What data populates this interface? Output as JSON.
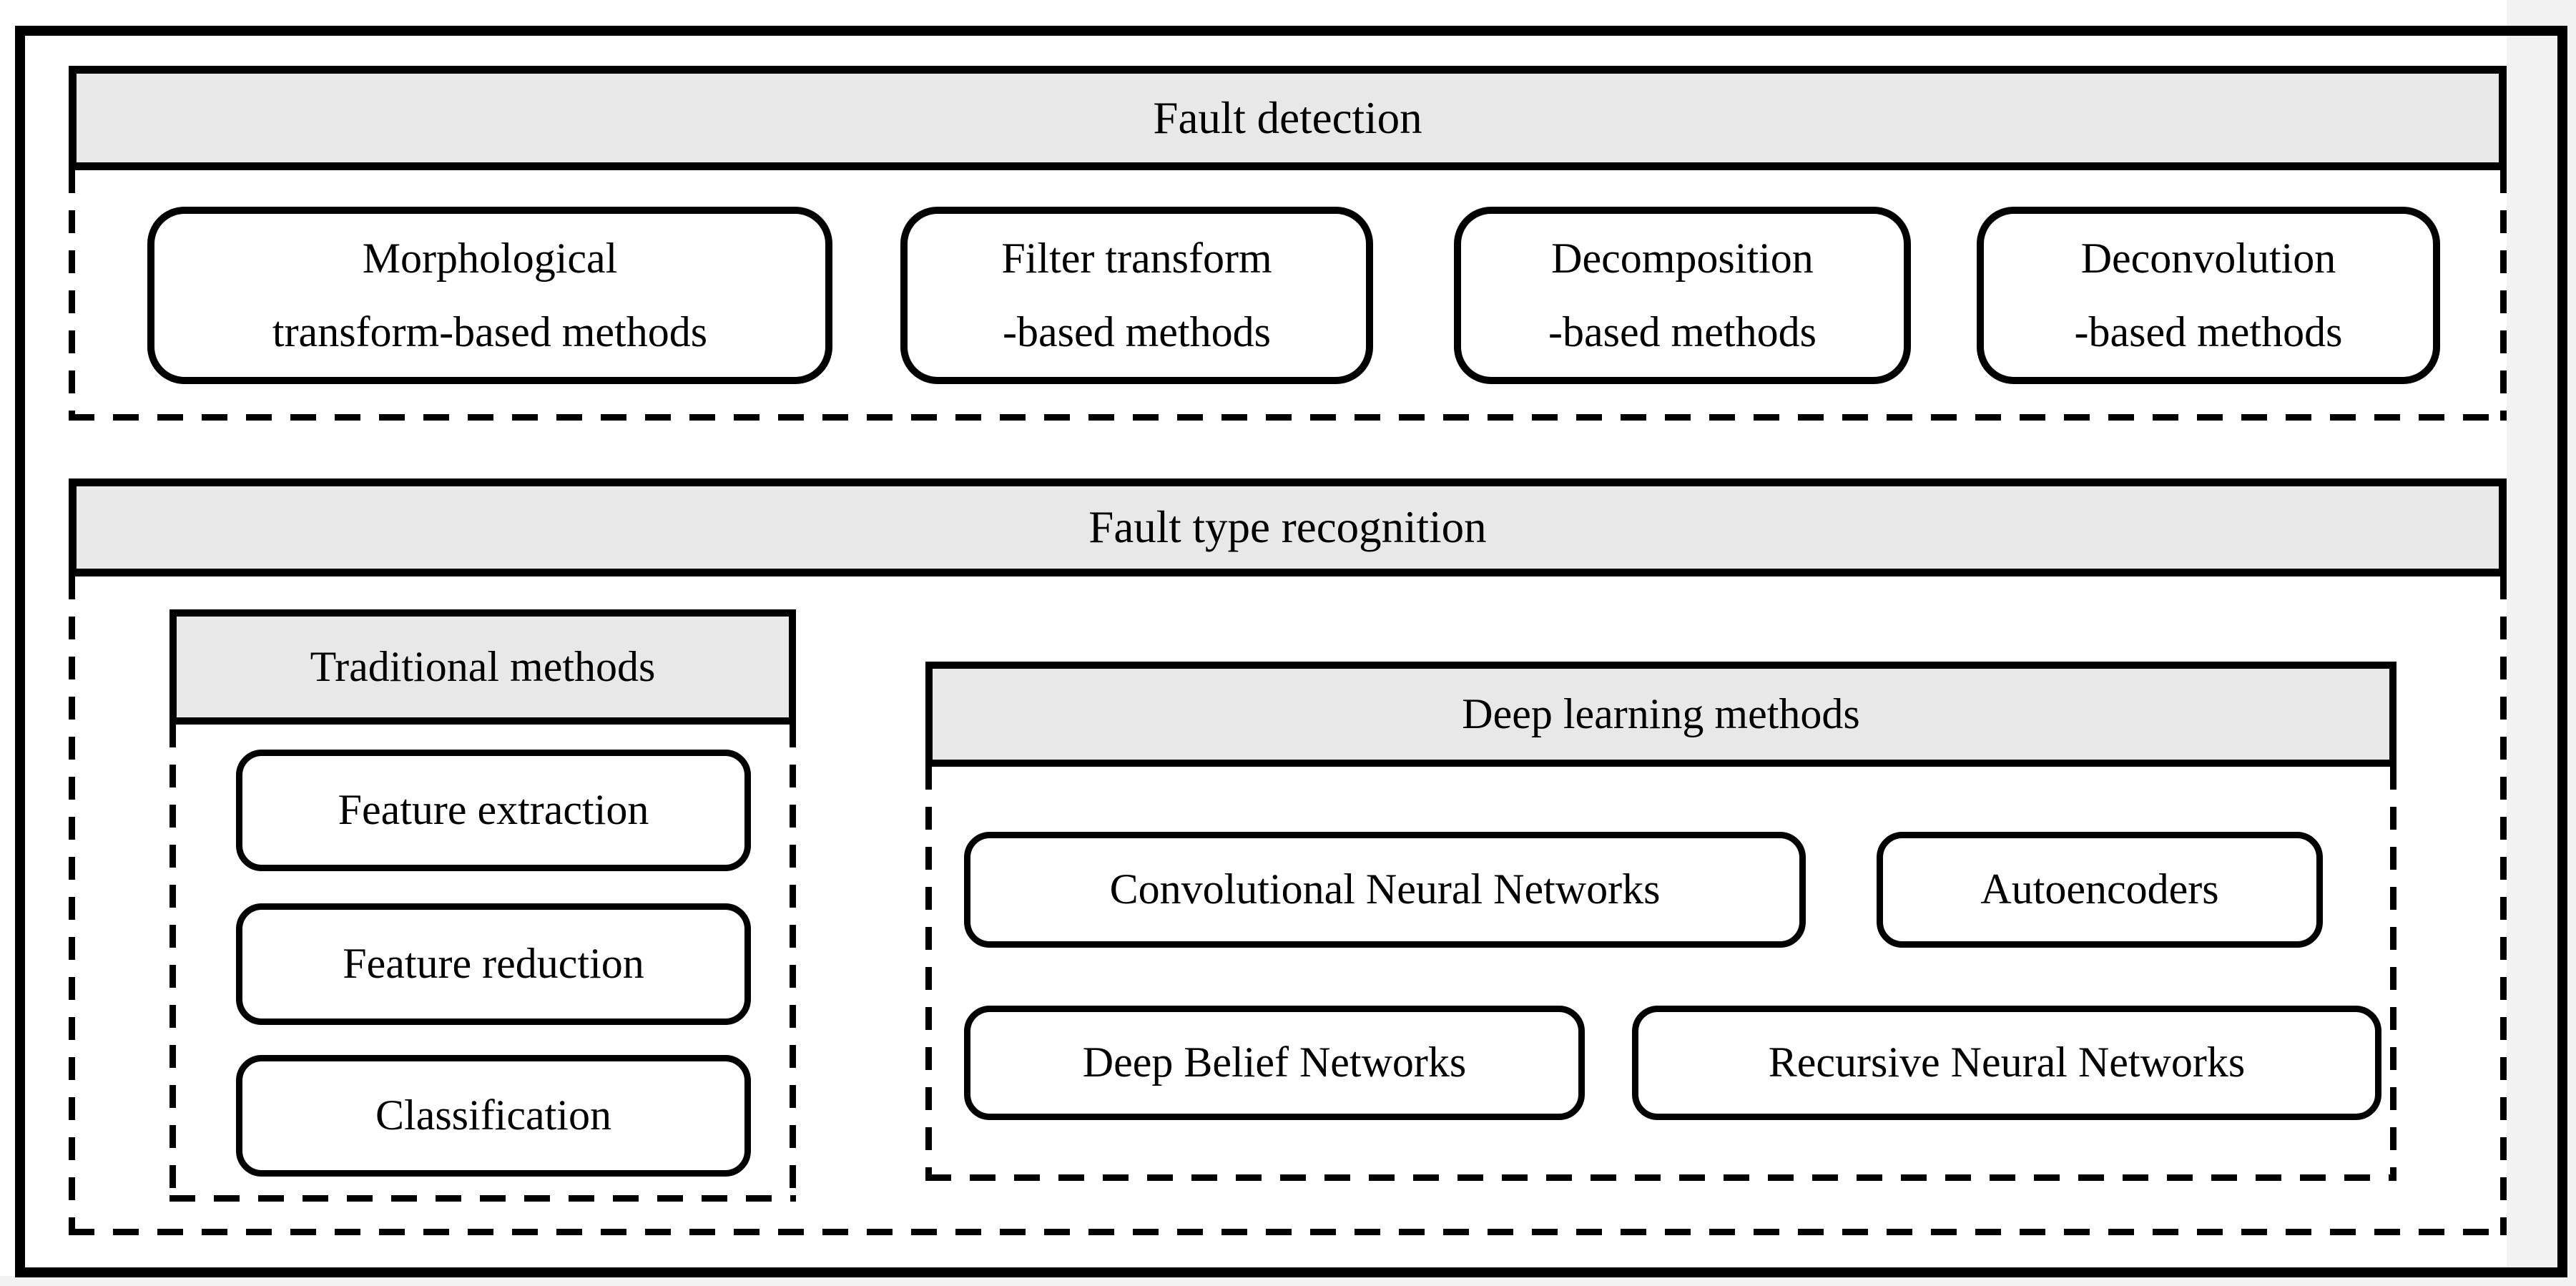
{
  "colors": {
    "border": "#000000",
    "header_fill": "#e8e8e8",
    "box_fill": "#ffffff",
    "gutter": "#f2f2f2"
  },
  "fault_detection": {
    "title": "Fault detection",
    "boxes": [
      {
        "line1": "Morphological",
        "line2": "transform-based methods"
      },
      {
        "line1": "Filter transform",
        "line2": "-based methods"
      },
      {
        "line1": "Decomposition",
        "line2": "-based methods"
      },
      {
        "line1": "Deconvolution",
        "line2": "-based methods"
      }
    ]
  },
  "fault_type_recognition": {
    "title": "Fault type recognition",
    "traditional": {
      "title": "Traditional methods",
      "boxes": [
        "Feature extraction",
        "Feature reduction",
        "Classification"
      ]
    },
    "deep_learning": {
      "title": "Deep learning methods",
      "boxes": [
        "Convolutional Neural Networks",
        "Autoencoders",
        "Deep Belief Networks",
        "Recursive Neural Networks"
      ]
    }
  }
}
